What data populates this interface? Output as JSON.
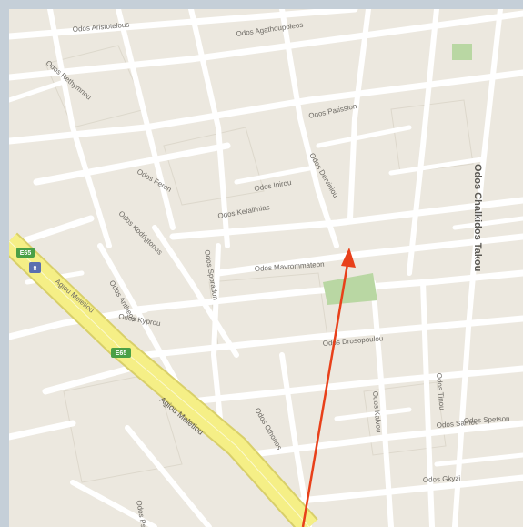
{
  "map": {
    "avenue_main_label": "Agiou Meletiou",
    "avenue_secondary_label": "Agiou Meletiou",
    "vertical_street_label": "Odos Chalkidos Takou",
    "street_labels": [
      "Odos Aristotelous",
      "Odos Agathoupoleos",
      "Odos Patission",
      "Odos Rethymnou",
      "Odos Mavrommateon",
      "Odos Kefallinias",
      "Odos Ipirou",
      "Odos Feron",
      "Odos Kodrigtonos",
      "Odos Derviniou",
      "Odos Sporadon",
      "Odos Kyprou",
      "Odos Drosopoulou",
      "Odos Antheon",
      "Odos Samou",
      "Odos Spetson",
      "Odos Othonos",
      "Odos Kalvou",
      "Odos Gkyzi",
      "Odos Tinou",
      "Odos Psaron"
    ],
    "road_badges": [
      {
        "label": "E65",
        "color": "#4aa046"
      },
      {
        "label": "8",
        "color": "#5a6fb0"
      },
      {
        "label": "E65",
        "color": "#4aa046"
      }
    ],
    "colors": {
      "land": "#ece8df",
      "road": "#ffffff",
      "avenue": "#f5ef86",
      "park": "#b9d7a3",
      "arrow": "#e8401a"
    },
    "arrow_icon": "direction-arrow-icon"
  }
}
